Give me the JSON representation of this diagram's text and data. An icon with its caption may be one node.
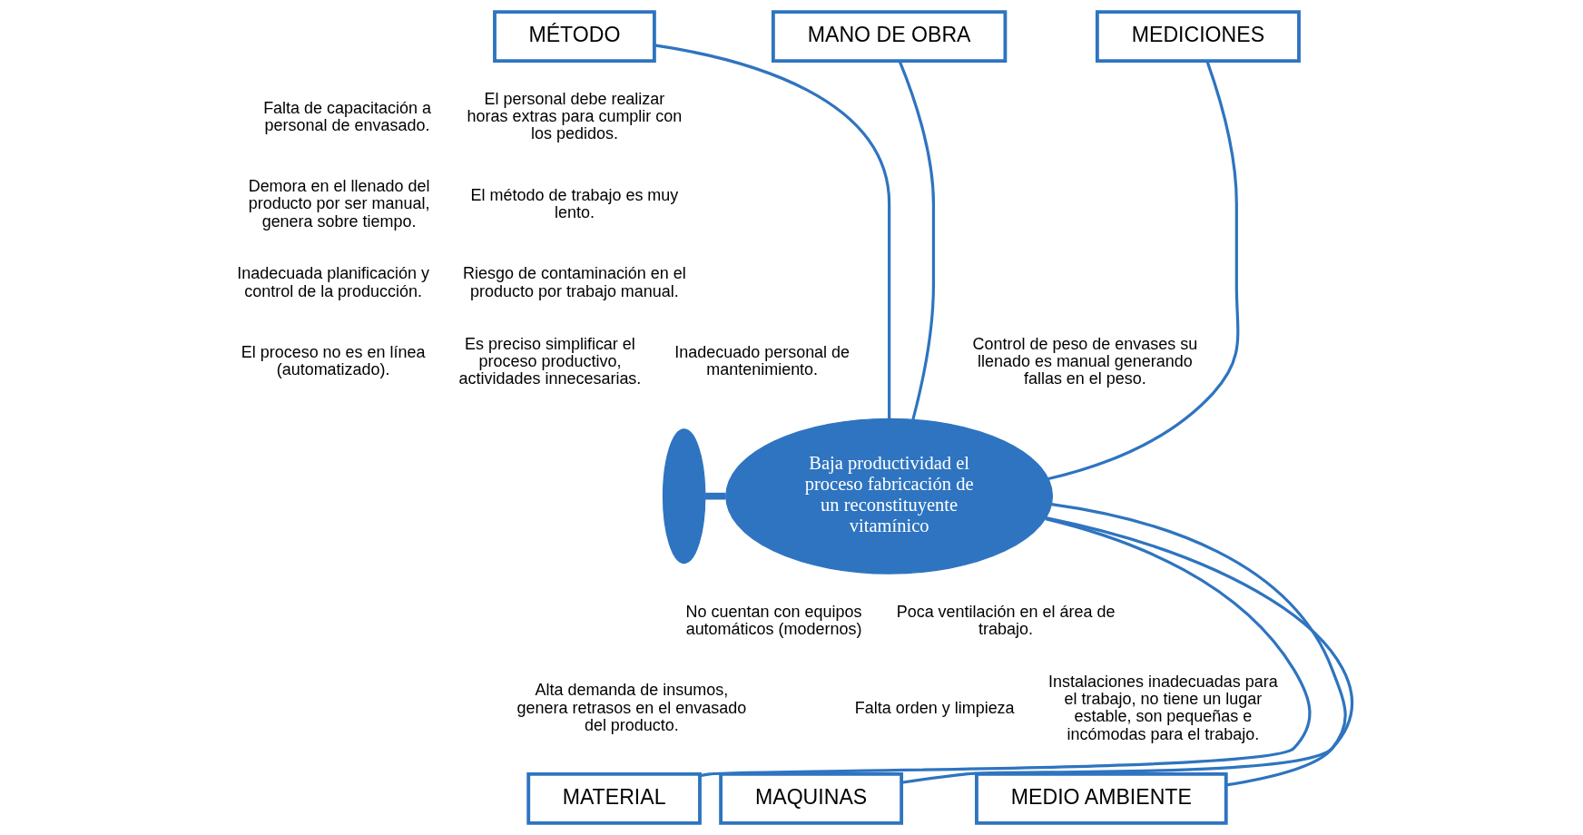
{
  "diagram": {
    "nodes": [
      {
        "text": [
          "MÉTODO"
        ]
      },
      {
        "text": [
          "MANO DE OBRA"
        ]
      },
      {
        "text": [
          "MEDICIONES"
        ]
      },
      {
        "text": [],
        "shape": "crescent"
      },
      {
        "text": [
          "Baja productividad el proceso fabricación de un reconstituyente vitamínico"
        ]
      },
      {
        "text": [
          "MATERIAL"
        ]
      },
      {
        "text": [
          "MEDIO AMBIENTE"
        ]
      },
      {
        "text": [
          "MAQUINAS"
        ]
      }
    ],
    "edges": [
      {
        "from": 0,
        "to": 4,
        "arrow": "none"
      },
      {
        "from": 1,
        "to": 4,
        "arrow": "none"
      },
      {
        "from": 2,
        "to": 4,
        "arrow": "none"
      },
      {
        "from": 3,
        "to": 4,
        "arrow": "none",
        "style": "thick"
      },
      {
        "from": 5,
        "to": 4,
        "arrow": "none"
      },
      {
        "from": 6,
        "to": 4,
        "arrow": "none"
      },
      {
        "from": 7,
        "to": 4,
        "arrow": "none"
      }
    ],
    "labels": [
      "El personal debe realizar horas extras para cumplir con los pedidos.",
      "Falta de capacitación a personal de envasado.",
      "Demora en el llenado del producto por ser manual, genera sobre tiempo.",
      "El método de trabajo es muy lento.",
      "Riesgo de contaminación en el producto por trabajo manual.",
      "Inadecuada planificación y control de la producción.",
      "Es preciso simplificar el proceso productivo, actividades innecesarias.",
      "El proceso no es en línea (automatizado).",
      "Inadecuado personal de mantenimiento.",
      "Control de peso de envases su llenado es manual generando fallas en el peso.",
      "Alta demanda de insumos, genera retrasos en el envasado del producto.",
      "Poca ventilación en el área de trabajo.",
      "Instalaciones inadecuadas para el trabajo, no tiene un lugar estable, son pequeñas e incómodas para el trabajo.",
      "Falta orden y limpieza",
      "No cuentan con equipos automáticos (modernos)"
    ]
  }
}
